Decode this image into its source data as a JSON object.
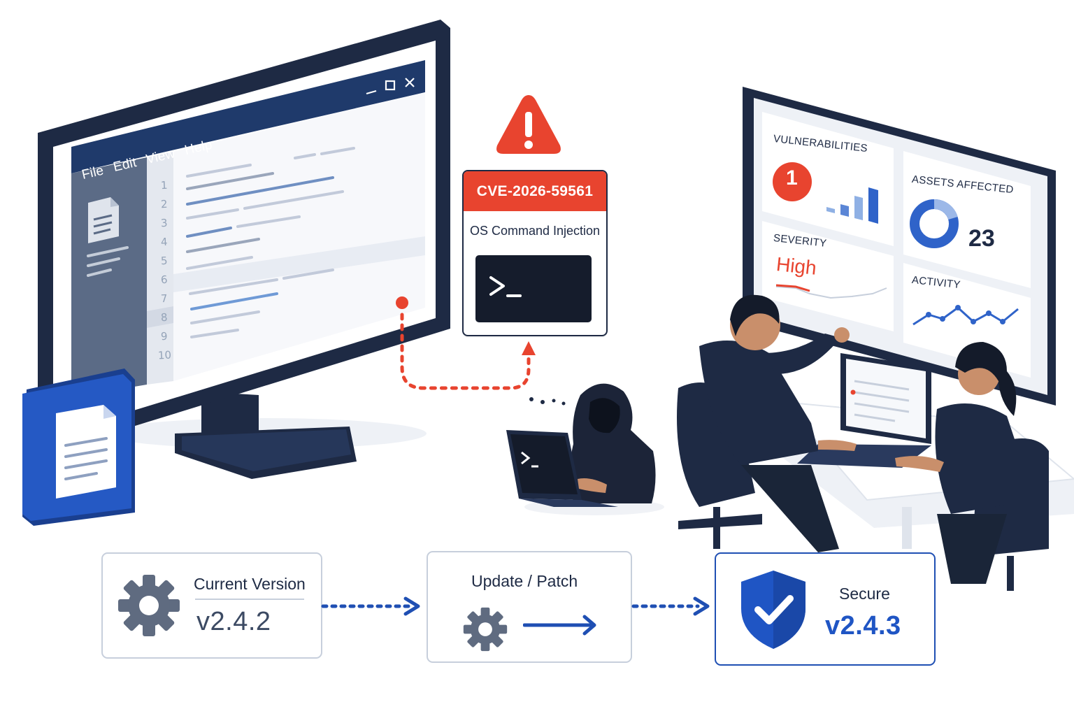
{
  "editor": {
    "menu": [
      "File",
      "Edit",
      "View",
      "Help"
    ],
    "line_numbers": [
      "1",
      "2",
      "3",
      "4",
      "5",
      "6",
      "7",
      "8",
      "9",
      "10"
    ]
  },
  "cve": {
    "id": "CVE-2026-59561",
    "title": "OS Command Injection"
  },
  "dashboard": {
    "vulnerabilities_label": "VULNERABILITIES",
    "vulnerabilities_count": "1",
    "assets_label": "ASSETS AFFECTED",
    "assets_count": "23",
    "severity_label": "SEVERITY",
    "severity_value": "High",
    "activity_label": "ACTIVITY"
  },
  "flow": {
    "current_title": "Current Version",
    "current_version": "v2.4.2",
    "patch_title": "Update / Patch",
    "secure_title": "Secure",
    "secure_version": "v2.4.3"
  },
  "colors": {
    "navy": "#1e2a44",
    "alert_red": "#e8442f",
    "brand_blue": "#1f55c4"
  },
  "icons": [
    "warning-icon",
    "document-icon",
    "terminal-icon",
    "gear-icon",
    "shield-check-icon",
    "arrow-right-icon"
  ]
}
